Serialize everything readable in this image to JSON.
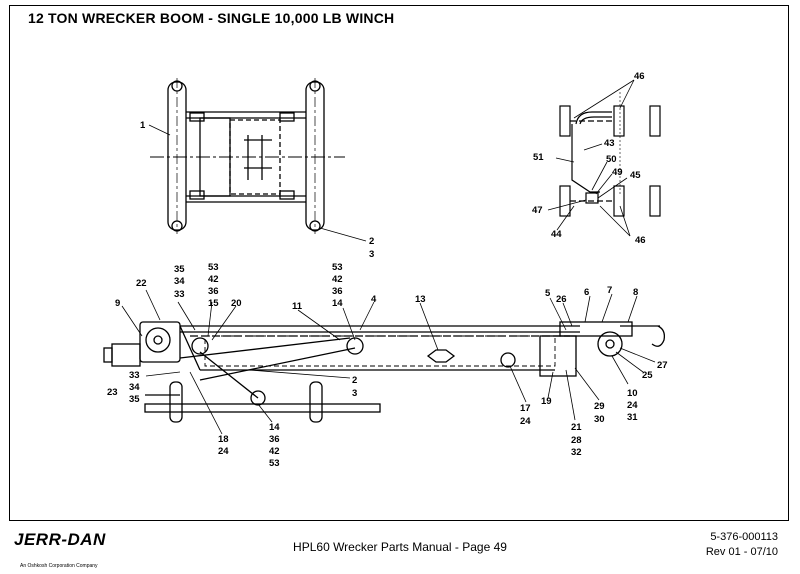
{
  "title": "12 TON WRECKER BOOM - SINGLE 10,000 LB WINCH",
  "footer": {
    "manual_page": "HPL60 Wrecker Parts Manual  -  Page 49",
    "doc_number": "5-376-000113",
    "revision": "Rev 01 - 07/10",
    "logo_text": "JERR-DAN",
    "logo_subtitle": "An Oshkosh Corporation Company"
  },
  "callouts": {
    "top_view": [
      "1",
      "2",
      "3"
    ],
    "detail_view": [
      "46",
      "43",
      "51",
      "50",
      "49",
      "45",
      "47",
      "44",
      "46"
    ],
    "side_view": [
      "35",
      "34",
      "33",
      "22",
      "53",
      "42",
      "36",
      "15",
      "20",
      "9",
      "53",
      "42",
      "36",
      "14",
      "11",
      "4",
      "13",
      "5",
      "26",
      "6",
      "7",
      "8",
      "23",
      "33",
      "34",
      "35",
      "2",
      "3",
      "27",
      "25",
      "10",
      "24",
      "31",
      "17",
      "24",
      "19",
      "29",
      "30",
      "21",
      "28",
      "32",
      "18",
      "24",
      "14",
      "36",
      "42",
      "53"
    ]
  }
}
